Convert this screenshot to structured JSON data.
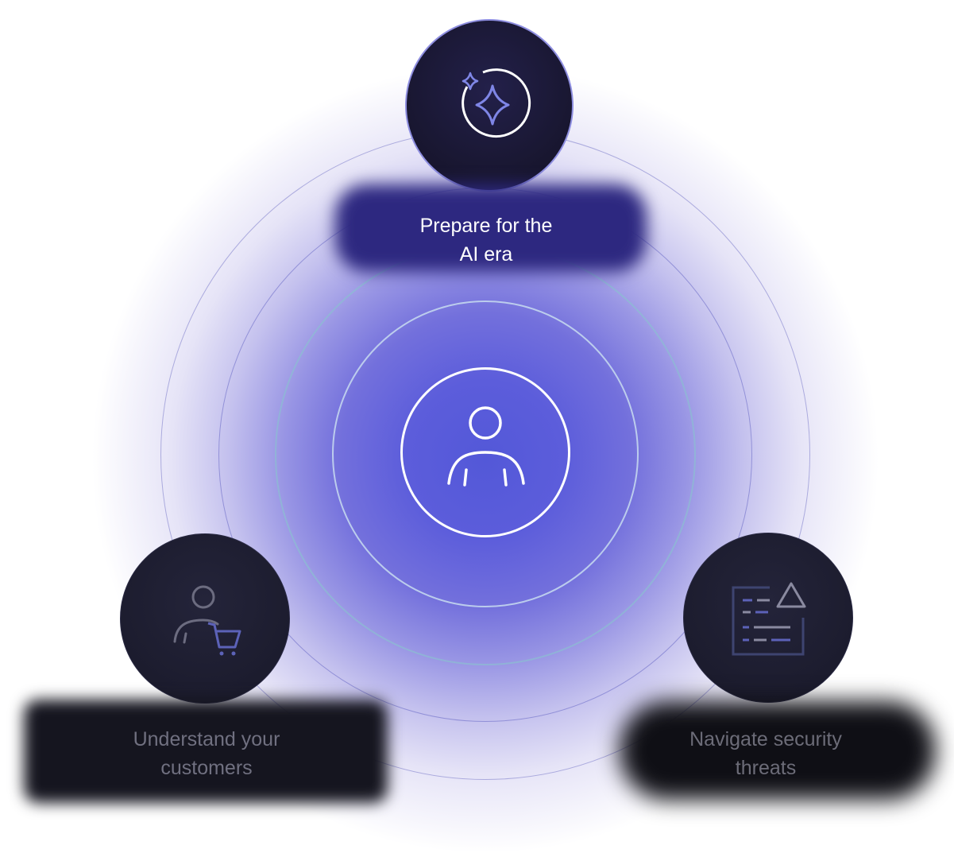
{
  "diagram": {
    "center": {
      "icon": "person-icon"
    },
    "nodes": [
      {
        "id": "top",
        "icon": "sparkle-icon",
        "label_line1": "Prepare for the",
        "label_line2": "AI era",
        "accent": "#7f86e6"
      },
      {
        "id": "left",
        "icon": "shopper-cart-icon",
        "label_line1": "Understand your",
        "label_line2": "customers",
        "accent": "#5c62b8"
      },
      {
        "id": "right",
        "icon": "security-document-icon",
        "label_line1": "Navigate security",
        "label_line2": "threats",
        "accent": "#4a5080"
      }
    ]
  },
  "colors": {
    "glow_core": "#5358d8",
    "node_fill": "#18162f",
    "label_top_bg": "#2d2880",
    "label_dark_bg": "#15151f"
  }
}
